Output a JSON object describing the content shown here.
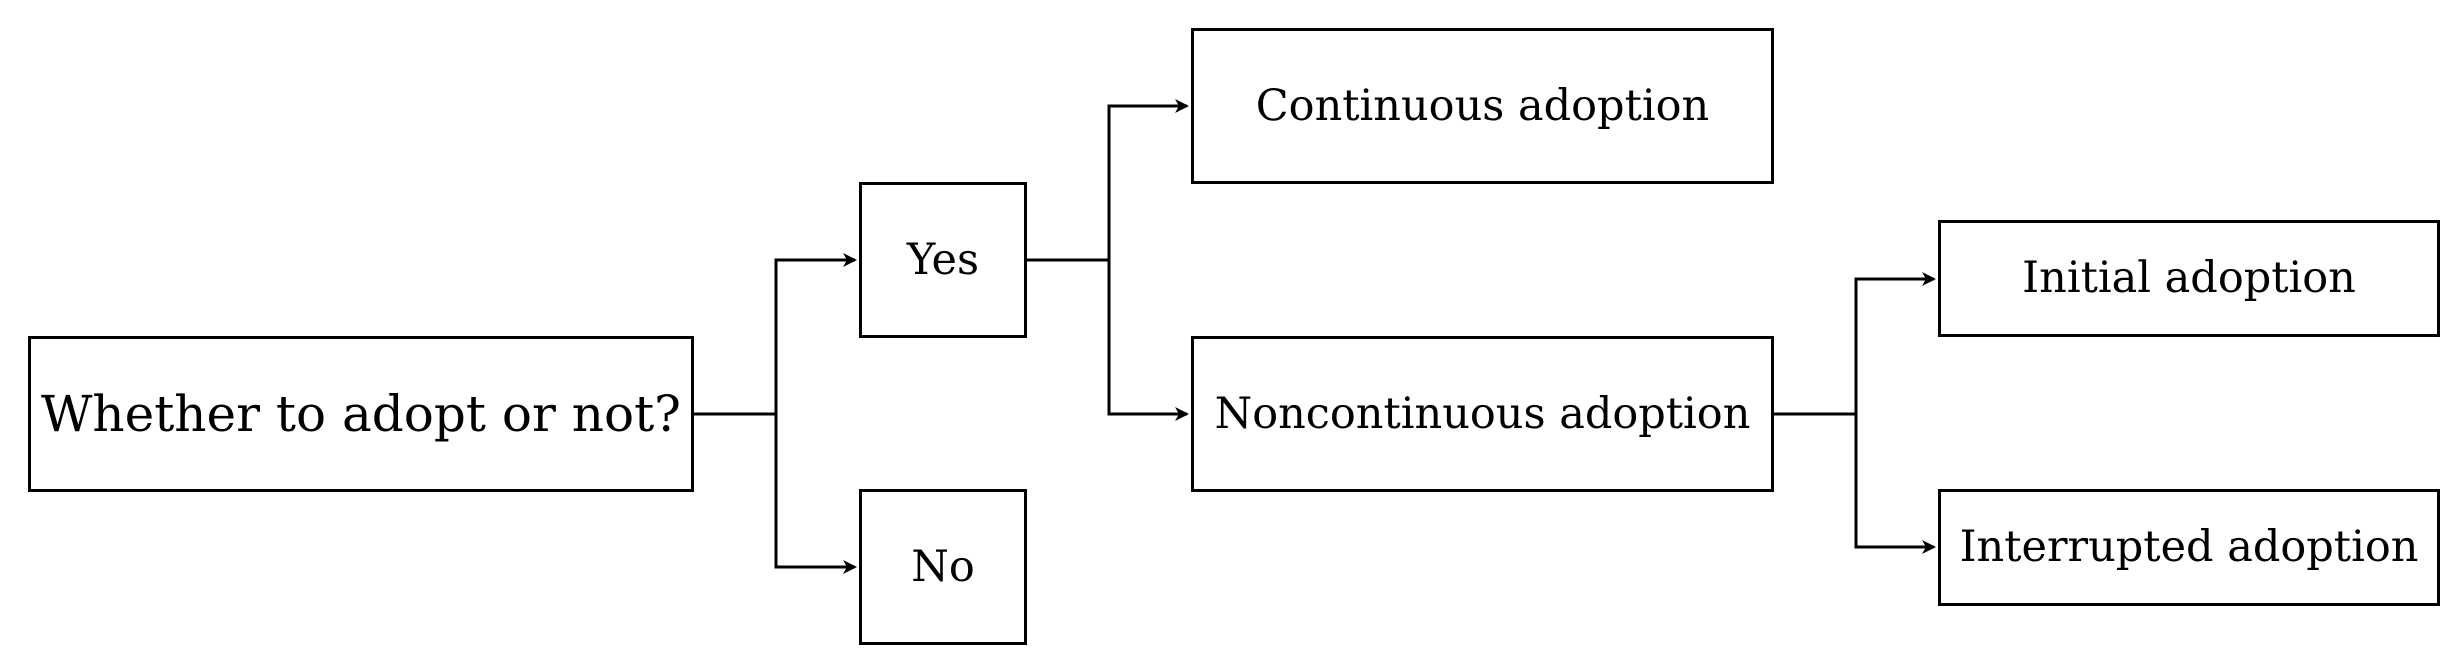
{
  "diagram": {
    "nodes": {
      "root": "Whether to adopt or not?",
      "yes": "Yes",
      "no": "No",
      "continuous": "Continuous adoption",
      "noncontinuous": "Noncontinuous adoption",
      "initial": "Initial adoption",
      "interrupted": "Interrupted adoption"
    },
    "edges": [
      {
        "from": "root",
        "to": "yes"
      },
      {
        "from": "root",
        "to": "no"
      },
      {
        "from": "yes",
        "to": "continuous"
      },
      {
        "from": "yes",
        "to": "noncontinuous"
      },
      {
        "from": "noncontinuous",
        "to": "initial"
      },
      {
        "from": "noncontinuous",
        "to": "interrupted"
      }
    ],
    "colors": {
      "stroke": "#000000",
      "background": "#ffffff"
    }
  }
}
